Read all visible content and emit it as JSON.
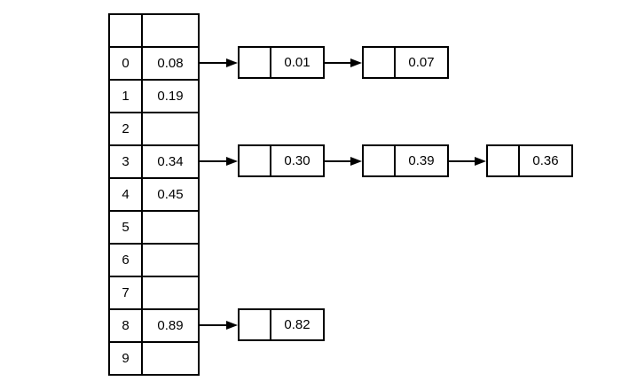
{
  "diagram": {
    "type": "bucket-sort-linked-lists",
    "colors": {
      "line": "#000000",
      "background": "#ffffff",
      "text": "#000000"
    }
  },
  "bucket_table": {
    "header": {
      "index": "",
      "value": ""
    },
    "rows": [
      {
        "index": "0",
        "value": "0.08"
      },
      {
        "index": "1",
        "value": "0.19"
      },
      {
        "index": "2",
        "value": ""
      },
      {
        "index": "3",
        "value": "0.34"
      },
      {
        "index": "4",
        "value": "0.45"
      },
      {
        "index": "5",
        "value": ""
      },
      {
        "index": "6",
        "value": ""
      },
      {
        "index": "7",
        "value": ""
      },
      {
        "index": "8",
        "value": "0.89"
      },
      {
        "index": "9",
        "value": ""
      }
    ]
  },
  "chains": [
    {
      "bucket": "0",
      "nodes": [
        "0.01",
        "0.07"
      ]
    },
    {
      "bucket": "3",
      "nodes": [
        "0.30",
        "0.39",
        "0.36"
      ]
    },
    {
      "bucket": "8",
      "nodes": [
        "0.82"
      ]
    }
  ]
}
